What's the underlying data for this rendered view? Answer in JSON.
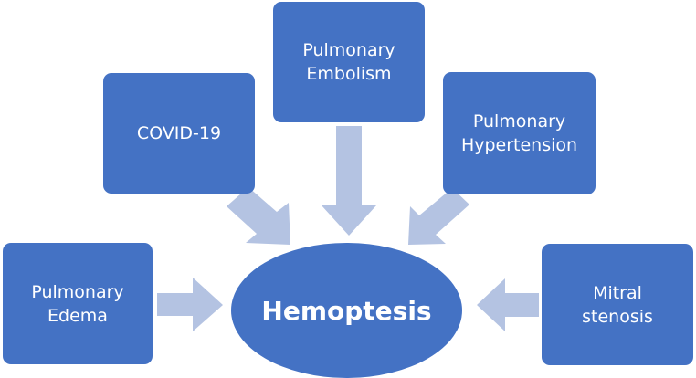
{
  "diagram": {
    "center": {
      "label": "Hemoptesis"
    },
    "causes": [
      {
        "id": "pulmonary-edema",
        "label": "Pulmonary\nEdema"
      },
      {
        "id": "covid-19",
        "label": "COVID-19"
      },
      {
        "id": "pulmonary-embolism",
        "label": "Pulmonary\nEmbolism"
      },
      {
        "id": "pulmonary-hypertension",
        "label": "Pulmonary\nHypertension"
      },
      {
        "id": "mitral-stenosis",
        "label": "Mitral\nstenosis"
      }
    ]
  },
  "colors": {
    "box_fill": "#4472c4",
    "arrow_fill": "#b4c3e2",
    "text": "#ffffff"
  }
}
